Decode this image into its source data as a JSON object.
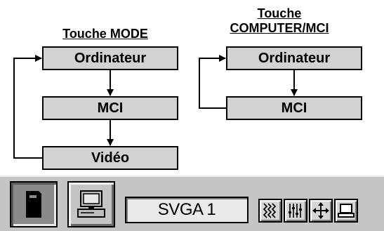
{
  "diagram": {
    "left": {
      "title": "Touche MODE",
      "boxes": [
        "Ordinateur",
        "MCI",
        "Vidéo"
      ]
    },
    "right": {
      "title_line1": "Touche",
      "title_line2": "COMPUTER/MCI",
      "boxes": [
        "Ordinateur",
        "MCI"
      ]
    }
  },
  "toolbar": {
    "mode_display": "SVGA 1",
    "buttons": [
      {
        "icon": "card-icon",
        "state": "pressed"
      },
      {
        "icon": "computer-monitor-icon",
        "state": "raised"
      }
    ],
    "small_icons": [
      "zigzag-lines-icon",
      "sliders-icon",
      "move-arrows-icon",
      "monitor-icon"
    ]
  }
}
